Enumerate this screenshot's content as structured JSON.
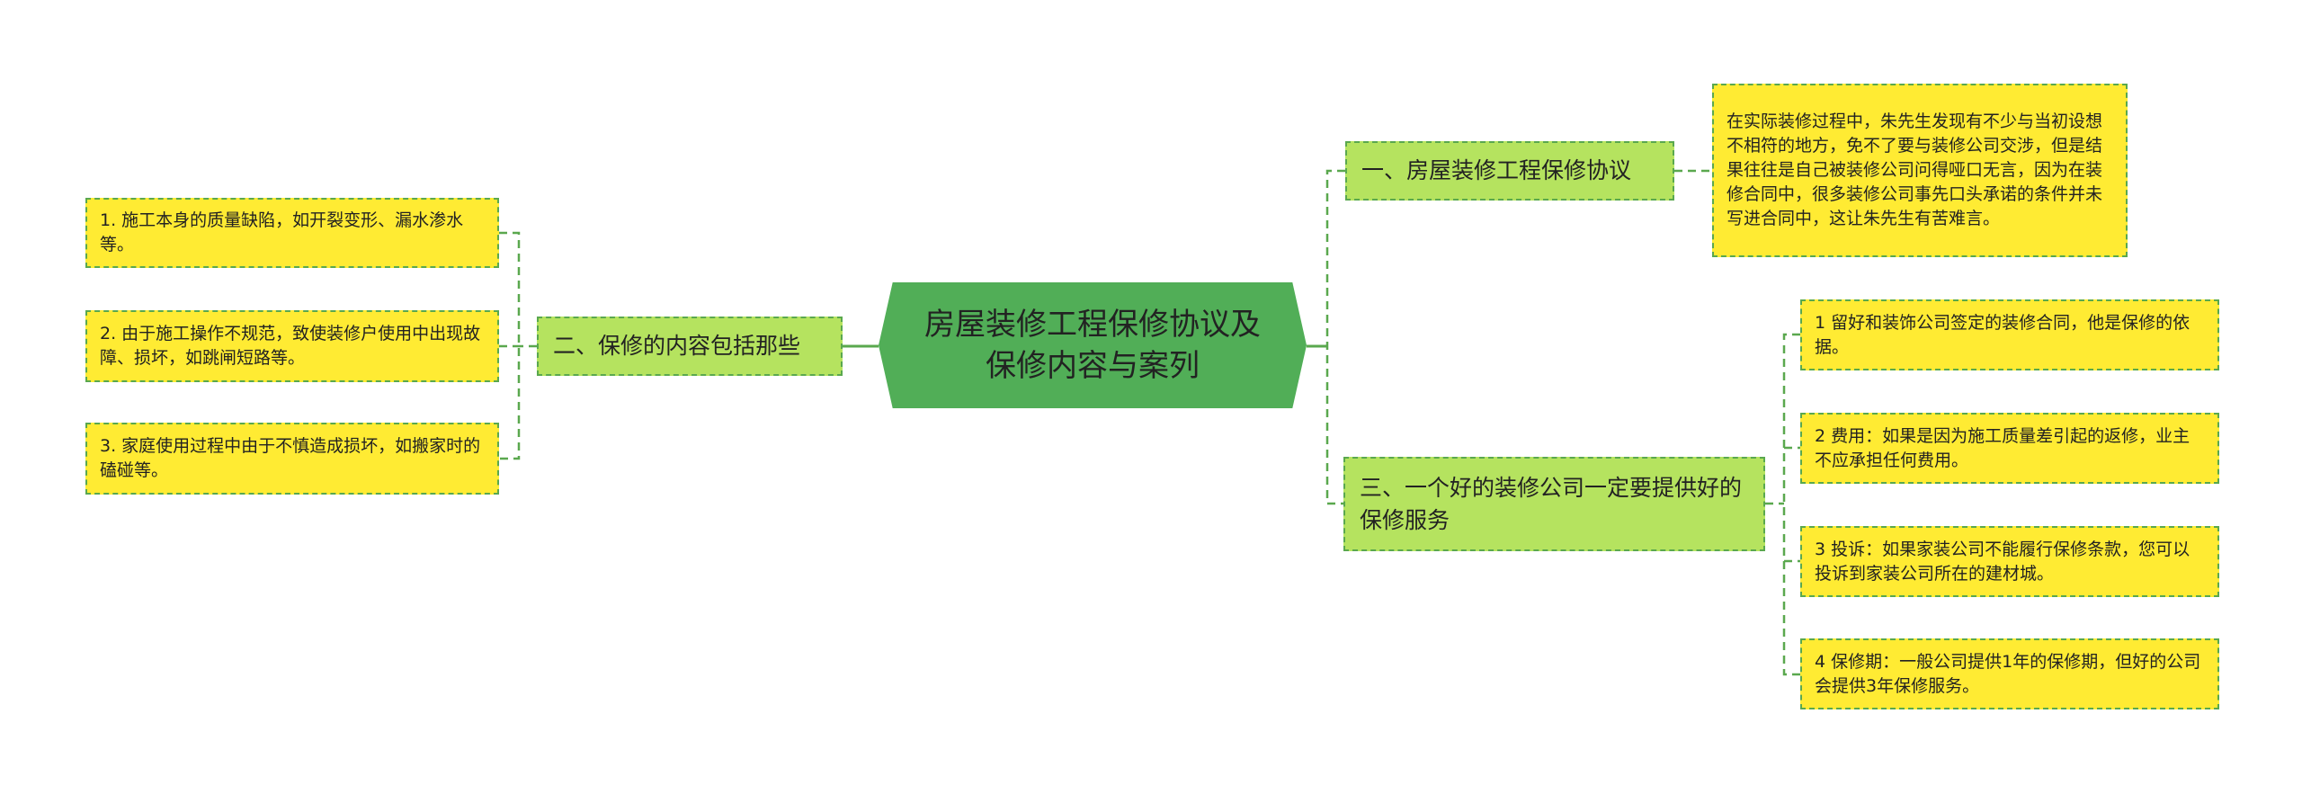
{
  "center": {
    "title": "房屋装修工程保修协议及保修内容与案列"
  },
  "left_branch": {
    "label": "二、保修的内容包括那些",
    "items": [
      "1. 施工本身的质量缺陷，如开裂变形、漏水渗水等。",
      "2. 由于施工操作不规范，致使装修户使用中出现故障、损坏，如跳闸短路等。",
      "3. 家庭使用过程中由于不慎造成损坏，如搬家时的磕碰等。"
    ]
  },
  "right_branch_1": {
    "label": "一、房屋装修工程保修协议",
    "note": "在实际装修过程中，朱先生发现有不少与当初设想不相符的地方，免不了要与装修公司交涉，但是结果往往是自己被装修公司问得哑口无言，因为在装修合同中，很多装修公司事先口头承诺的条件并未写进合同中，这让朱先生有苦难言。"
  },
  "right_branch_3": {
    "label": "三、一个好的装修公司一定要提供好的保修服务",
    "items": [
      "1 留好和装饰公司签定的装修合同，他是保修的依据。",
      "2 费用：如果是因为施工质量差引起的返修，业主不应承担任何费用。",
      "3 投诉：如果家装公司不能履行保修条款，您可以投诉到家装公司所在的建材城。",
      "4 保修期：一般公司提供1年的保修期，但好的公司会提供3年保修服务。"
    ]
  },
  "colors": {
    "center": "#51ae57",
    "branch": "#b5e35f",
    "leaf": "#ffeb33",
    "line": "#5aa84e"
  }
}
